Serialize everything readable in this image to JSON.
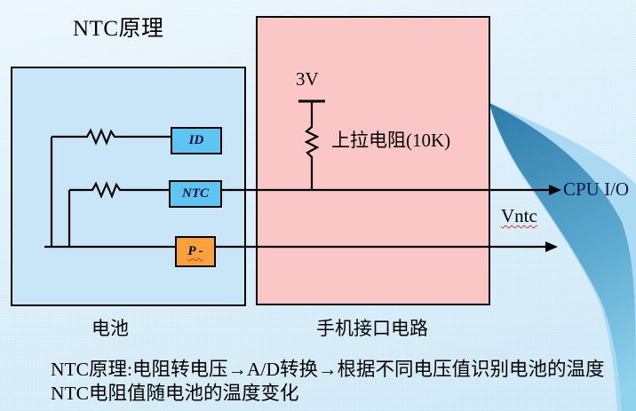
{
  "title": "NTC原理",
  "battery": {
    "caption": "电池",
    "pins": [
      {
        "label": "ID"
      },
      {
        "label": "NTC"
      },
      {
        "label": "P -"
      }
    ]
  },
  "interface_circuit": {
    "caption": "手机接口电路",
    "supply_voltage": "3V",
    "pullup_label": "上拉电阻(10K)"
  },
  "signals": {
    "cpu_io_label": "CPU I/O",
    "vntc_label": "Vntc"
  },
  "notes": {
    "line1": "NTC原理:电阻转电压→A/D转换→根据不同电压值识别电池的温度",
    "line2": "NTC电阻值随电池的温度变化"
  },
  "icons": {
    "resistor_symbol": "zigzag-resistor",
    "signal_arrow": "right-arrow",
    "power_rail": "t-bar"
  },
  "colors": {
    "background": "#D8EDF8",
    "battery_fill": "#C9E5F8",
    "interface_fill": "#FBC6C6",
    "pin_fill": "#5EC4F1",
    "pminus_fill": "#F9A13C",
    "wire": "#000000",
    "cpu_io_text": "#15154B",
    "spellcheck_underline": "#E03030",
    "swoosh_dark": "#2E7BA9",
    "swoosh_light": "#AADAF1"
  }
}
